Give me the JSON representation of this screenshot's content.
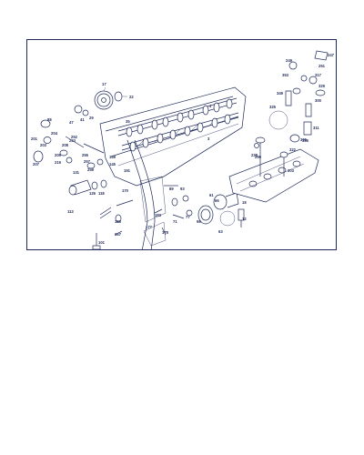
{
  "diagram": {
    "callouts": [
      {
        "id": "c17",
        "text": "17"
      },
      {
        "id": "c22",
        "text": "22"
      },
      {
        "id": "c1",
        "text": "1"
      },
      {
        "id": "c35",
        "text": "35"
      },
      {
        "id": "c3",
        "text": "3"
      },
      {
        "id": "c88",
        "text": "88"
      },
      {
        "id": "c47",
        "text": "47"
      },
      {
        "id": "c41",
        "text": "41"
      },
      {
        "id": "c29",
        "text": "29"
      },
      {
        "id": "c201",
        "text": "201"
      },
      {
        "id": "c204",
        "text": "204"
      },
      {
        "id": "c203",
        "text": "203"
      },
      {
        "id": "c208",
        "text": "208"
      },
      {
        "id": "c207",
        "text": "207"
      },
      {
        "id": "c205",
        "text": "205"
      },
      {
        "id": "c243",
        "text": "243"
      },
      {
        "id": "c219",
        "text": "219"
      },
      {
        "id": "c252",
        "text": "252"
      },
      {
        "id": "c255",
        "text": "255"
      },
      {
        "id": "c257",
        "text": "257"
      },
      {
        "id": "c259",
        "text": "259"
      },
      {
        "id": "c149",
        "text": "149"
      },
      {
        "id": "c145",
        "text": "145"
      },
      {
        "id": "c191",
        "text": "191"
      },
      {
        "id": "c170",
        "text": "170"
      },
      {
        "id": "c131",
        "text": "131"
      },
      {
        "id": "c126",
        "text": "126"
      },
      {
        "id": "c118",
        "text": "118"
      },
      {
        "id": "c113",
        "text": "113"
      },
      {
        "id": "c186",
        "text": "186"
      },
      {
        "id": "c167",
        "text": "167"
      },
      {
        "id": "c101",
        "text": "101"
      },
      {
        "id": "c177",
        "text": "177"
      },
      {
        "id": "c183",
        "text": "183"
      },
      {
        "id": "c178",
        "text": "178"
      },
      {
        "id": "c71",
        "text": "71"
      },
      {
        "id": "c77",
        "text": "77"
      },
      {
        "id": "c89",
        "text": "89"
      },
      {
        "id": "c93",
        "text": "93"
      },
      {
        "id": "c98",
        "text": "98"
      },
      {
        "id": "c63",
        "text": "63"
      },
      {
        "id": "c66",
        "text": "66"
      },
      {
        "id": "c61",
        "text": "61"
      },
      {
        "id": "c12",
        "text": "12"
      },
      {
        "id": "c18",
        "text": "18"
      },
      {
        "id": "c249",
        "text": "249"
      },
      {
        "id": "c247",
        "text": "247"
      },
      {
        "id": "c251",
        "text": "251"
      },
      {
        "id": "c353",
        "text": "353"
      },
      {
        "id": "c317",
        "text": "317"
      },
      {
        "id": "c329",
        "text": "329"
      },
      {
        "id": "c349",
        "text": "349"
      },
      {
        "id": "c300",
        "text": "300"
      },
      {
        "id": "c325",
        "text": "325"
      },
      {
        "id": "c311",
        "text": "311"
      },
      {
        "id": "c305",
        "text": "305"
      },
      {
        "id": "c238",
        "text": "238"
      },
      {
        "id": "c303",
        "text": "303"
      },
      {
        "id": "c299",
        "text": "299"
      },
      {
        "id": "c322",
        "text": "322"
      },
      {
        "id": "c335",
        "text": "335"
      }
    ]
  }
}
